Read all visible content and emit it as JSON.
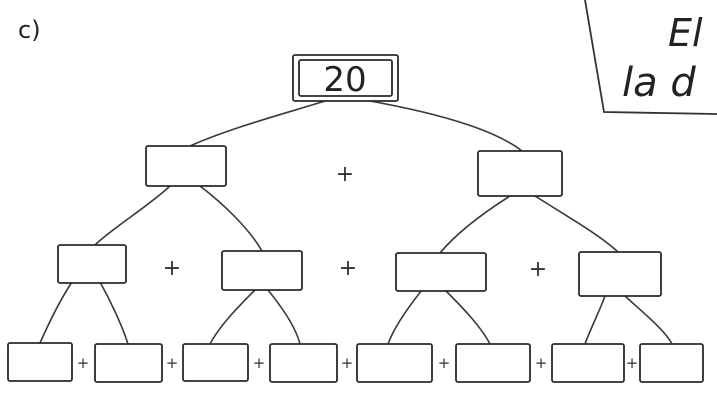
{
  "exercise_label": "c)",
  "corner_text": {
    "line1": "El",
    "line2": "la d"
  },
  "tree": {
    "root_value": "20",
    "operator": "+",
    "levels": [
      {
        "boxes": [
          "",
          ""
        ]
      },
      {
        "boxes": [
          "",
          "",
          "",
          ""
        ]
      },
      {
        "boxes": [
          "",
          "",
          "",
          "",
          "",
          "",
          "",
          ""
        ]
      }
    ]
  }
}
